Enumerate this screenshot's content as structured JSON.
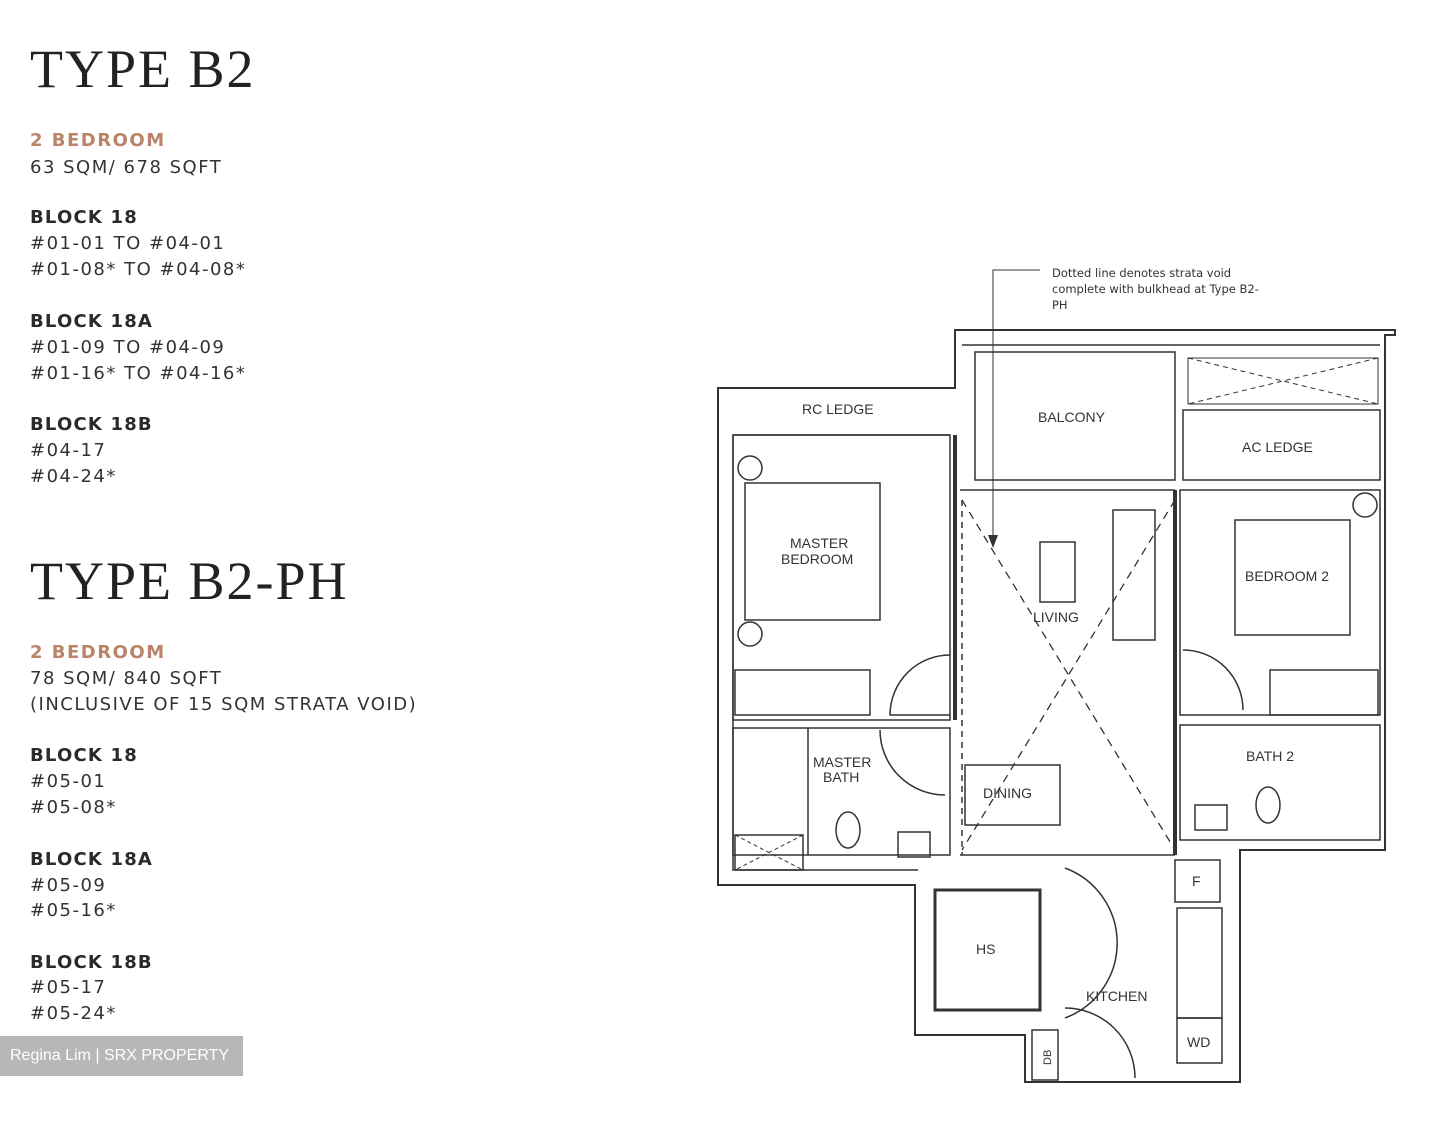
{
  "type_b2": {
    "title": "TYPE B2",
    "bedrooms": "2 BEDROOM",
    "area": "63 SQM/ 678 SQFT",
    "blocks": [
      {
        "name": "BLOCK 18",
        "units": [
          "#01-01 TO #04-01",
          "#01-08* TO #04-08*"
        ]
      },
      {
        "name": "BLOCK 18A",
        "units": [
          "#01-09 TO #04-09",
          "#01-16* TO #04-16*"
        ]
      },
      {
        "name": "BLOCK 18B",
        "units": [
          "#04-17",
          "#04-24*"
        ]
      }
    ]
  },
  "type_b2_ph": {
    "title": "TYPE B2-PH",
    "bedrooms": "2 BEDROOM",
    "area": "78 SQM/ 840 SQFT",
    "area_note": "(INCLUSIVE OF 15 SQM STRATA VOID)",
    "blocks": [
      {
        "name": "BLOCK 18",
        "units": [
          "#05-01",
          "#05-08*"
        ]
      },
      {
        "name": "BLOCK 18A",
        "units": [
          "#05-09",
          "#05-16*"
        ]
      },
      {
        "name": "BLOCK 18B",
        "units": [
          "#05-17",
          "#05-24*"
        ]
      }
    ]
  },
  "watermark": "Regina Lim | SRX PROPERTY",
  "floorplan": {
    "annotation": "Dotted line denotes strata void complete with bulkhead at Type B2-PH",
    "rooms": {
      "rc_ledge": "RC LEDGE",
      "balcony": "BALCONY",
      "ac_ledge": "AC LEDGE",
      "master_bedroom_1": "MASTER",
      "master_bedroom_2": "BEDROOM",
      "living": "LIVING",
      "bedroom_2": "BEDROOM 2",
      "master_bath_1": "MASTER",
      "master_bath_2": "BATH",
      "dining": "DINING",
      "bath_2": "BATH 2",
      "fridge": "F",
      "hs": "HS",
      "kitchen": "KITCHEN",
      "wd": "WD",
      "db": "DB"
    }
  },
  "colors": {
    "accent": "#b9846a",
    "text": "#2b2b2b",
    "line": "#333333"
  }
}
